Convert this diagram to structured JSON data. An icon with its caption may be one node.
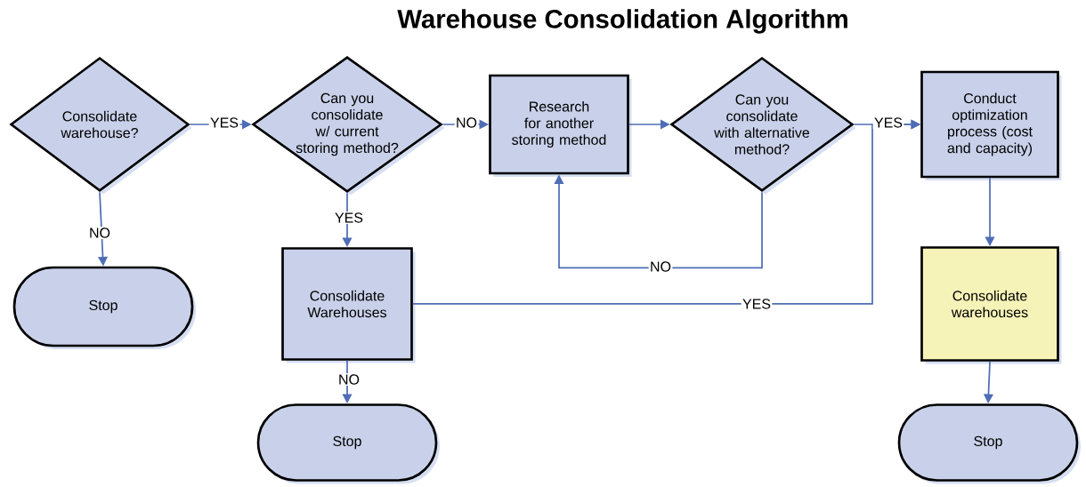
{
  "diagram": {
    "title": "Warehouse Consolidation Algorithm",
    "nodes": [
      {
        "text": [
          "Consolidate warehouse?"
        ]
      },
      {
        "text": [
          "Stop"
        ]
      },
      {
        "text": [
          "Can you consolidate w/ current storing method?"
        ]
      },
      {
        "text": [
          "Consolidate Warehouses"
        ]
      },
      {
        "text": [
          "Stop"
        ]
      },
      {
        "text": [
          "Research for another storing method"
        ]
      },
      {
        "text": [
          "Can you consolidate with alternative method?"
        ]
      },
      {
        "text": [
          "Conduct optimization process (cost and capacity)"
        ]
      },
      {
        "text": [
          "Consolidate warehouses"
        ]
      },
      {
        "text": [
          "Stop"
        ]
      }
    ],
    "edges": [
      {
        "from": 0,
        "to": 2,
        "arrow": "to",
        "label": "YES"
      },
      {
        "from": 0,
        "to": 1,
        "arrow": "to",
        "label": "NO"
      },
      {
        "from": 2,
        "to": 5,
        "arrow": "to",
        "label": "NO"
      },
      {
        "from": 2,
        "to": 3,
        "arrow": "to",
        "label": "YES"
      },
      {
        "from": 5,
        "to": 6,
        "arrow": "to"
      },
      {
        "from": 6,
        "to": 5,
        "arrow": "to",
        "label": "NO"
      },
      {
        "from": 6,
        "to": 7,
        "arrow": "to",
        "label": "YES"
      },
      {
        "from": 3,
        "to": 7,
        "arrow": "to",
        "label": "YES"
      },
      {
        "from": 7,
        "to": 8,
        "arrow": "to"
      },
      {
        "from": 3,
        "to": 4,
        "arrow": "to",
        "label": "NO"
      },
      {
        "from": 8,
        "to": 9,
        "arrow": "to"
      }
    ]
  }
}
